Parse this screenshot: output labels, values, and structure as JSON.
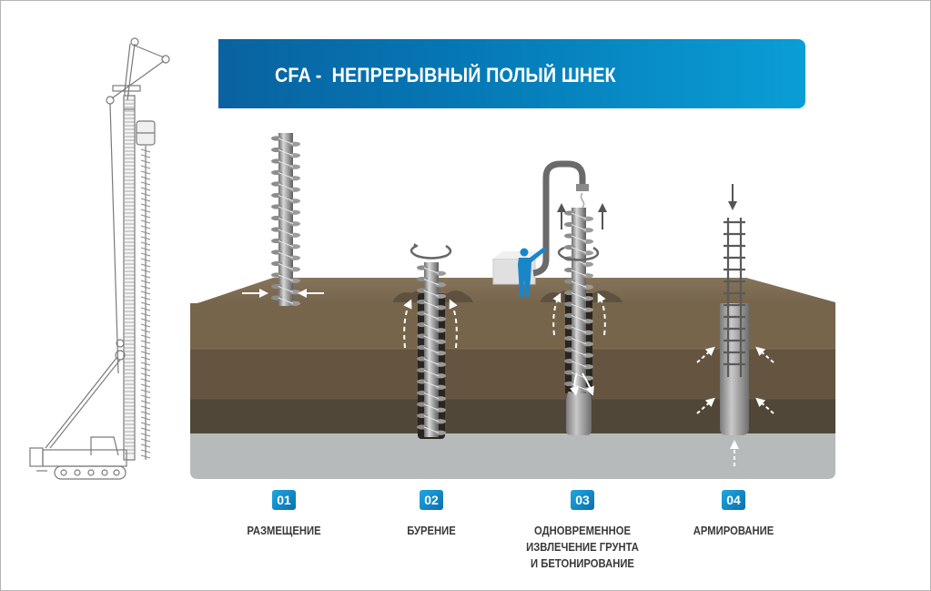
{
  "header": {
    "title": "CFA -  НЕПРЕРЫВНЫЙ ПОЛЫЙ ШНЕК"
  },
  "colors": {
    "banner_start": "#0a62a0",
    "banner_end": "#0a9ed6",
    "soil_top": "#7a6a52",
    "soil_layer1": "#6b5a42",
    "soil_layer2": "#5c4e3b",
    "soil_layer3": "#4b4236",
    "bedrock": "#b4b8b8",
    "worker": "#1a86c8"
  },
  "steps": [
    {
      "number": "01",
      "label_lines": [
        "РАЗМЕЩЕНИЕ"
      ]
    },
    {
      "number": "02",
      "label_lines": [
        "БУРЕНИЕ"
      ]
    },
    {
      "number": "03",
      "label_lines": [
        "ОДНОВРЕМЕННОЕ",
        "ИЗВЛЕЧЕНИЕ ГРУНТА",
        "И БЕТОНИРОВАНИЕ"
      ]
    },
    {
      "number": "04",
      "label_lines": [
        "АРМИРОВАНИЕ"
      ]
    }
  ],
  "illustration": {
    "rig": "cfa-drilling-rig-line-drawing",
    "stages": [
      "auger-positioning",
      "auger-drilling",
      "concrete-pumping-extraction",
      "rebar-cage-insertion"
    ]
  }
}
